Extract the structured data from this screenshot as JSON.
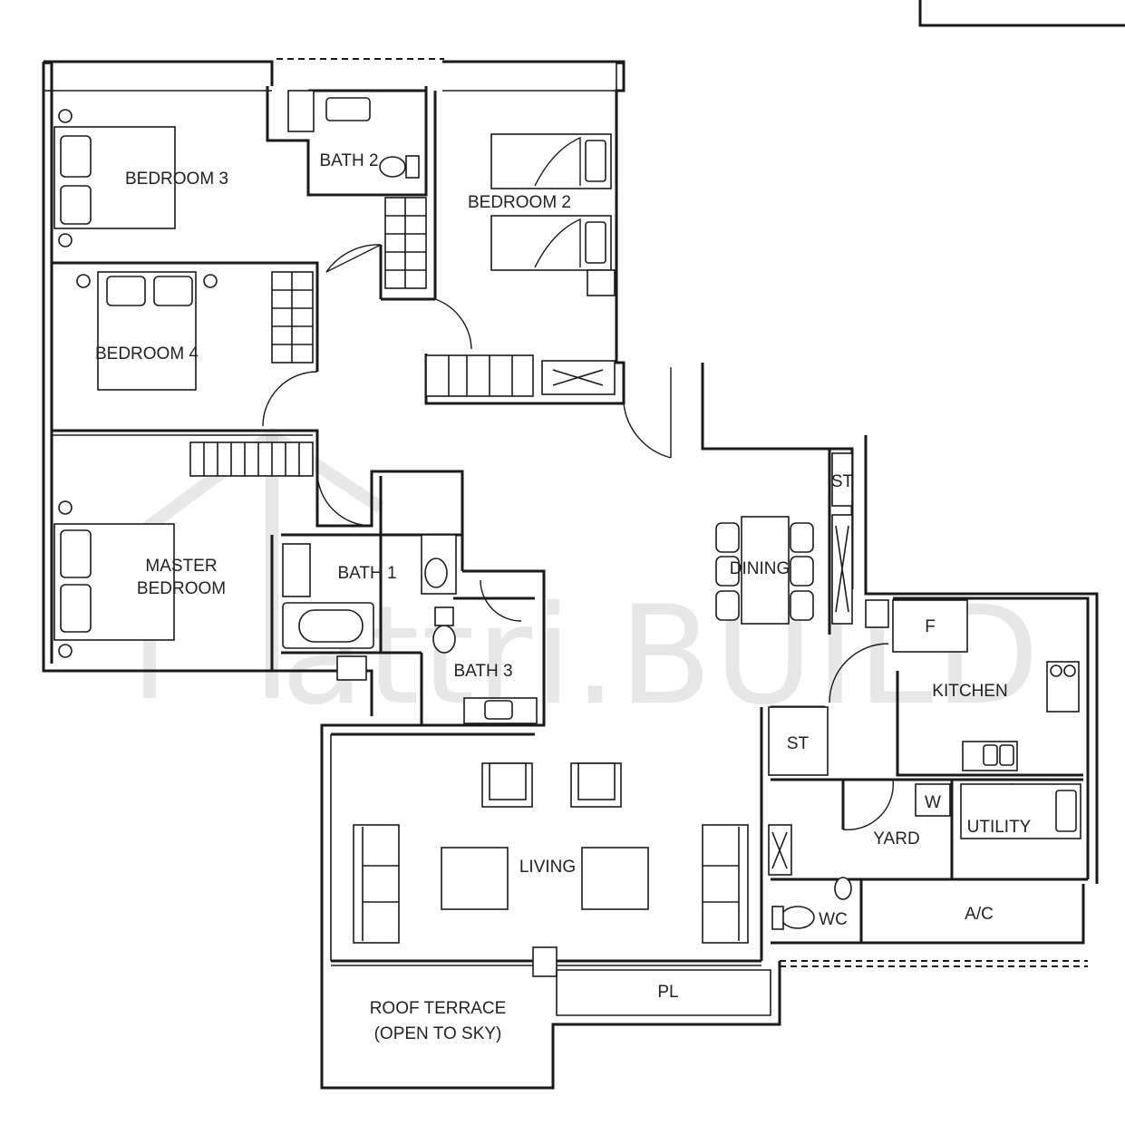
{
  "rooms": {
    "bedroom3": "BEDROOM 3",
    "bath2": "BATH 2",
    "bedroom2": "BEDROOM 2",
    "bedroom4": "BEDROOM 4",
    "master_bedroom_line1": "MASTER",
    "master_bedroom_line2": "BEDROOM",
    "bath1": "BATH 1",
    "bath3": "BATH 3",
    "store_upper": "ST",
    "dining": "DINING",
    "fridge": "F",
    "kitchen": "KITCHEN",
    "store_lower": "ST",
    "washer": "W",
    "yard": "YARD",
    "utility": "UTILITY",
    "wc": "WC",
    "ac": "A/C",
    "living": "LIVING",
    "planter": "PL",
    "roof_terrace_line1": "ROOF TERRACE",
    "roof_terrace_line2": "(OPEN TO SKY)"
  },
  "watermark": {
    "text": "attri.BUILD"
  }
}
